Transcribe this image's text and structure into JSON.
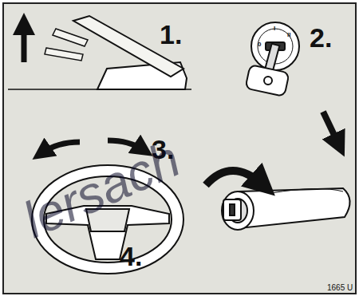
{
  "diagram": {
    "labels": [
      "1.",
      "2.",
      "3.",
      "4.",
      "0",
      "I",
      "II",
      "1665 U",
      "lersach"
    ]
  }
}
